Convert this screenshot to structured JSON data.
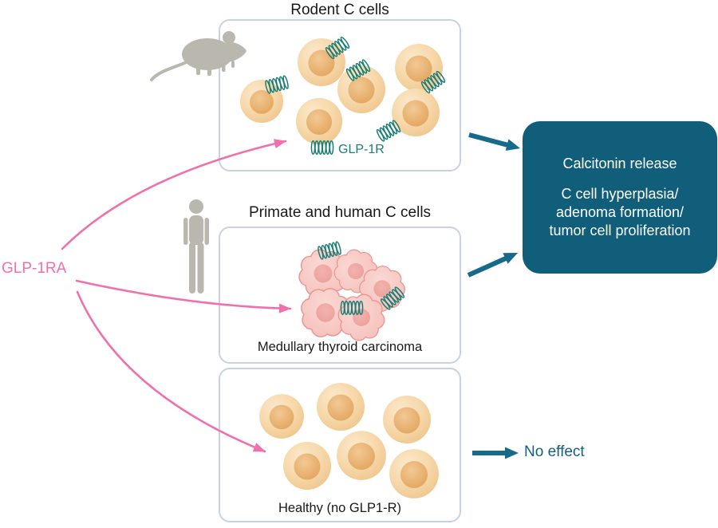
{
  "labels": {
    "agonist": "GLP-1RA",
    "receptor": "GLP-1R",
    "no_effect": "No effect"
  },
  "panels": {
    "rodent": {
      "title": "Rodent C cells"
    },
    "primate": {
      "title": "Primate and human C cells",
      "caption": "Medullary thyroid carcinoma"
    },
    "healthy": {
      "caption": "Healthy (no GLP1-R)"
    }
  },
  "outcome_box": {
    "line1": "Calcitonin release",
    "line2": "C cell hyperplasia/",
    "line3": "adenoma formation/",
    "line4": "tumor cell proliferation"
  },
  "icons": {
    "mouse": "mouse-icon",
    "human": "human-icon",
    "receptor": "glp1-receptor-coil-icon"
  },
  "colors": {
    "agonist_pink": "#F170AC",
    "outcome_teal": "#115E7A",
    "arrow_teal": "#166B8A",
    "receptor_teal": "#1B7E76",
    "panel_border": "#C7D3E2",
    "cell_orange": "#F6D7A8",
    "cell_nucleus_orange": "#E5AA64",
    "tumor_pink": "#F5BFBA",
    "silhouette_gray": "#BAB7AE",
    "no_effect_text": "#15607E"
  }
}
